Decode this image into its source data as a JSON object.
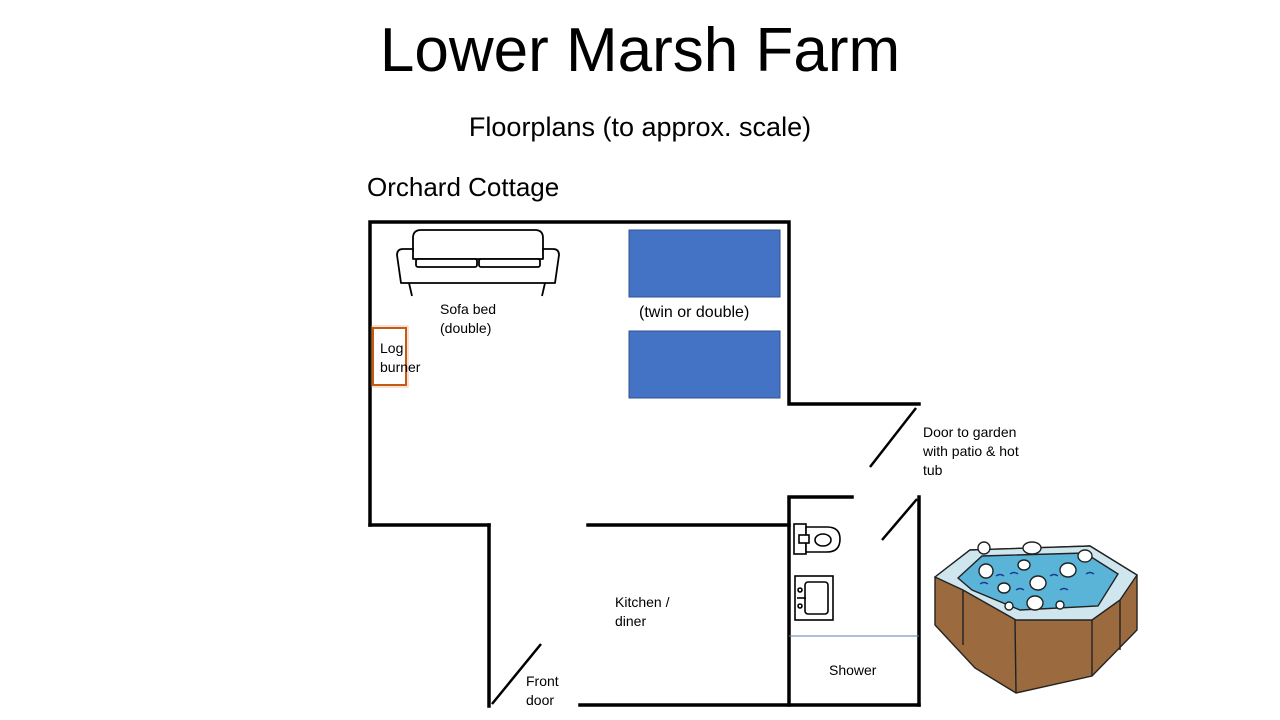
{
  "title": "Lower Marsh Farm",
  "subtitle": "Floorplans (to approx. scale)",
  "cottage_name": "Orchard Cottage",
  "labels": {
    "sofa_bed": "Sofa bed\n(double)",
    "log_burner": "Log\nburner",
    "beds": "(twin or double)",
    "garden_door": "Door to garden\nwith patio & hot\ntub",
    "kitchen": "Kitchen /\ndiner",
    "shower": "Shower",
    "front_door": "Front\ndoor"
  },
  "colors": {
    "bed": "#4472c4",
    "bed_border": "#2f528f",
    "log_burner_border": "#c55a11",
    "shower_line": "#5b7fa6",
    "water": "#5ab4d8",
    "tub_wood": "#9b6a3e"
  },
  "icons": [
    "sofa-icon",
    "toilet-icon",
    "sink-icon",
    "hot-tub-icon"
  ]
}
